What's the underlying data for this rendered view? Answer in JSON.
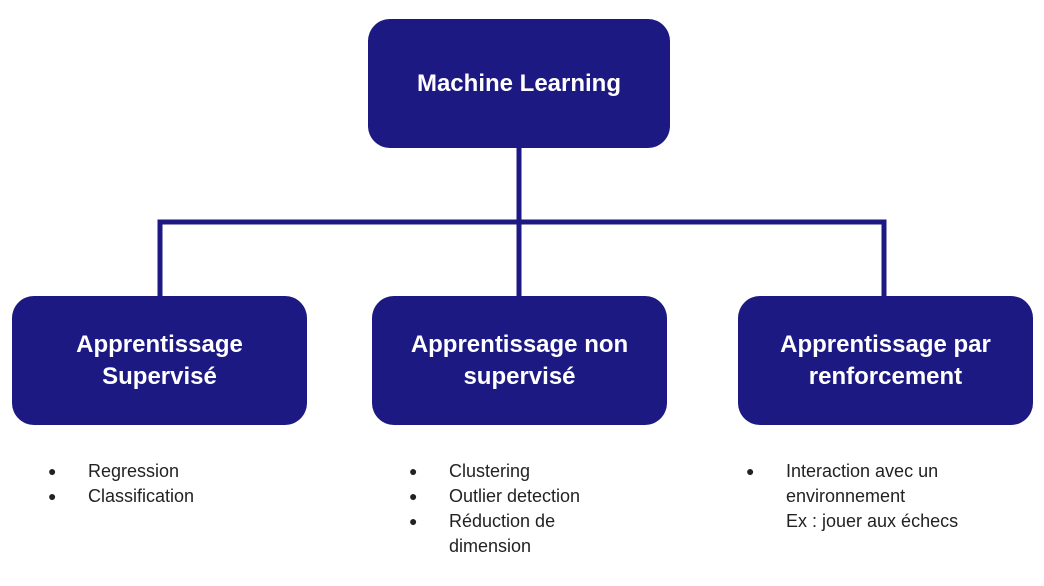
{
  "colors": {
    "node_fill": "#1c1983",
    "node_text": "#ffffff",
    "connector": "#1c1983",
    "list_text": "#222222"
  },
  "root": {
    "label": "Machine Learning"
  },
  "children": [
    {
      "label_line1": "Apprentissage",
      "label_line2": "Supervisé",
      "items": [
        "Regression",
        "Classification"
      ]
    },
    {
      "label_line1": "Apprentissage non",
      "label_line2": "supervisé",
      "items": [
        "Clustering",
        "Outlier detection",
        "Réduction de dimension"
      ]
    },
    {
      "label_line1": "Apprentissage par",
      "label_line2": "renforcement",
      "items": [
        "Interaction avec un environnement"
      ],
      "note": "Ex : jouer aux échecs"
    }
  ]
}
